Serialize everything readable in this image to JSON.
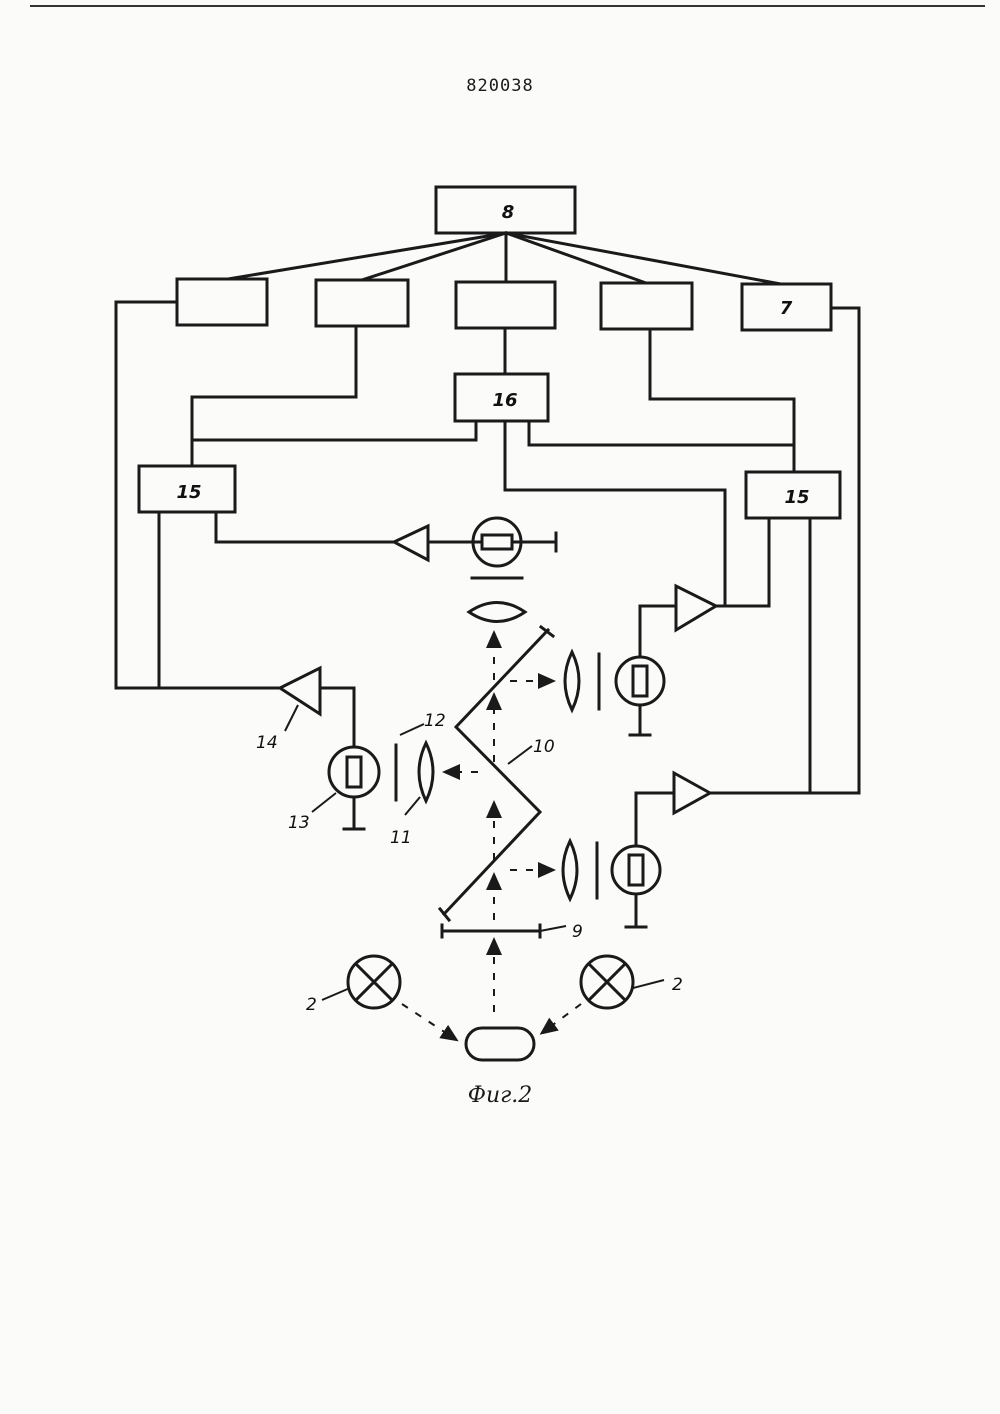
{
  "header": {
    "patent_number": "820038"
  },
  "figure": {
    "caption": "Фиг.2"
  },
  "blocks": {
    "top_unit": "8",
    "unit_7": "7",
    "unit_16": "16",
    "unit_15_left": "15",
    "unit_15_right": "15"
  },
  "refs": {
    "amplifier": "14",
    "photodetector": "13",
    "lens": "11",
    "filter": "12",
    "mirror": "10",
    "slit": "9",
    "lamp_left": "2",
    "lamp_right": "2"
  }
}
